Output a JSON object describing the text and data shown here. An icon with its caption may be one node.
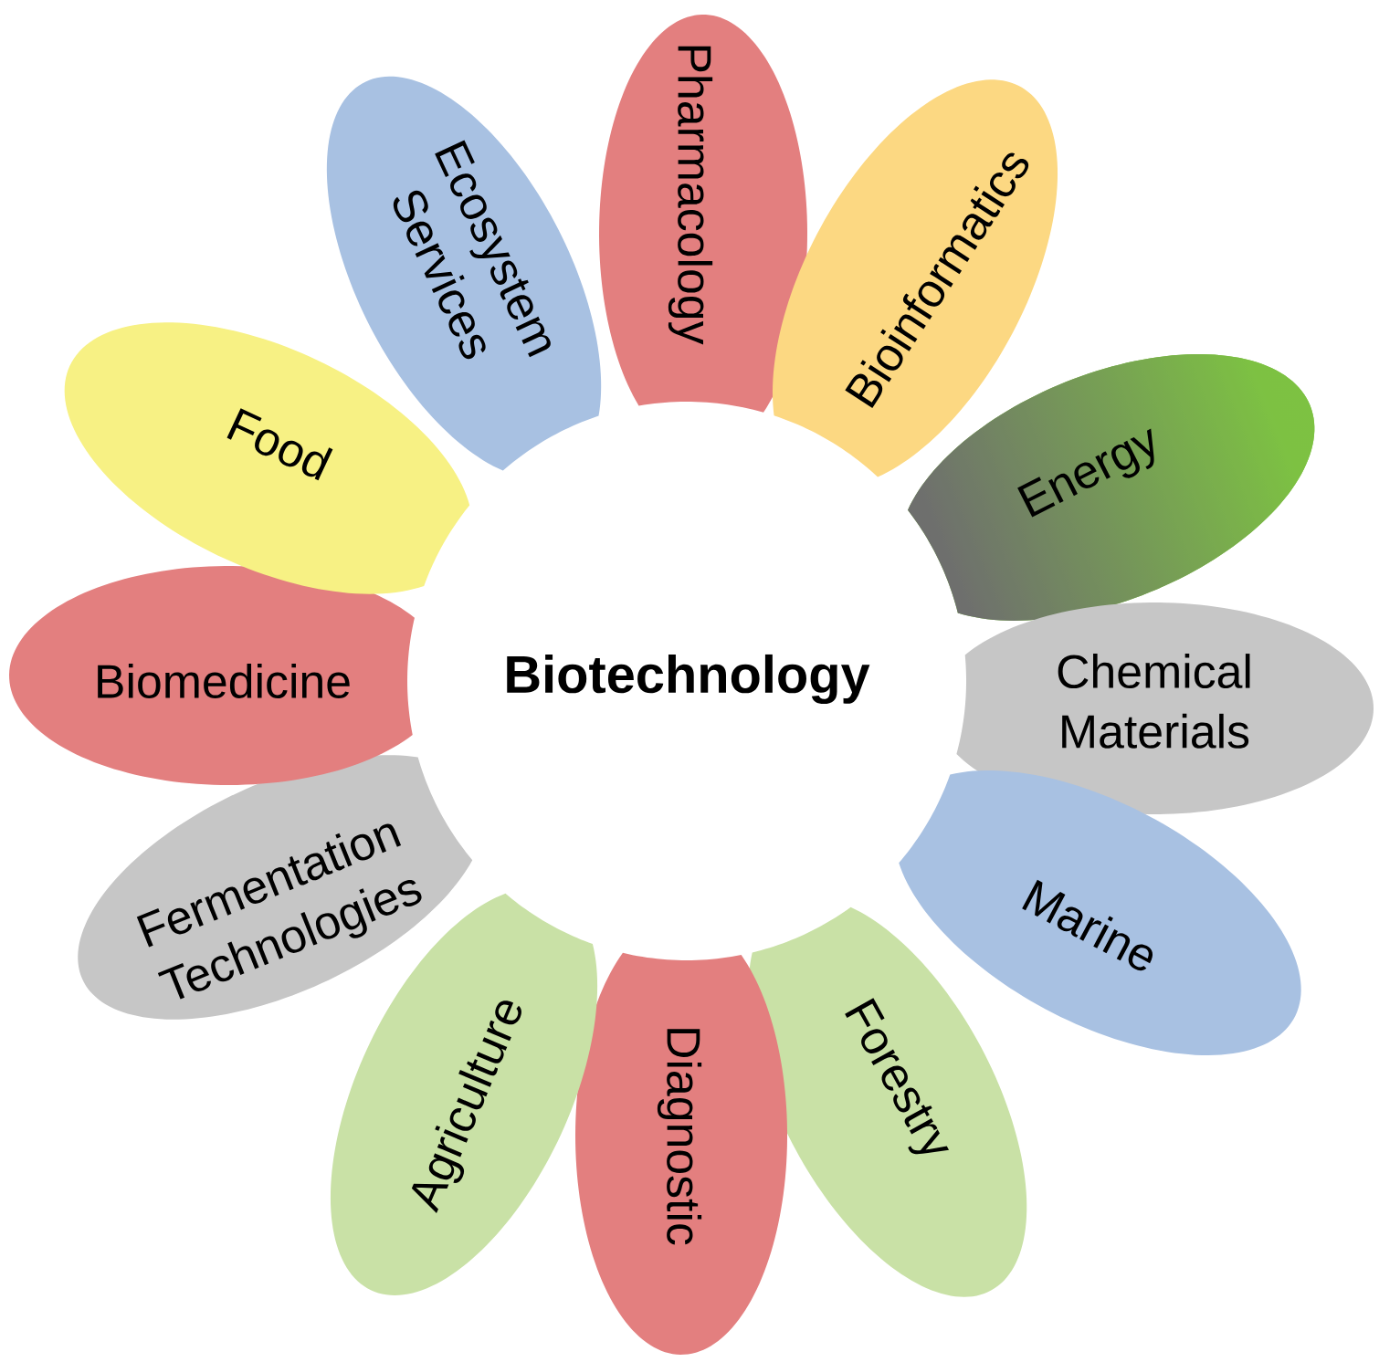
{
  "diagram": {
    "nodes": [
      {
        "text": [
          "Biotechnology"
        ]
      },
      {
        "text": [
          "Pharmacology"
        ]
      },
      {
        "text": [
          "Bioinformatics"
        ]
      },
      {
        "text": [
          "Energy"
        ]
      },
      {
        "text": [
          "Chemical Materials"
        ]
      },
      {
        "text": [
          "Marine"
        ]
      },
      {
        "text": [
          "Forestry"
        ]
      },
      {
        "text": [
          "Diagnostic"
        ]
      },
      {
        "text": [
          "Agriculture"
        ]
      },
      {
        "text": [
          "Fermentation Technologies"
        ]
      },
      {
        "text": [
          "Biomedicine"
        ]
      },
      {
        "text": [
          "Food"
        ]
      },
      {
        "text": [
          "Ecosystem Services"
        ]
      }
    ]
  }
}
